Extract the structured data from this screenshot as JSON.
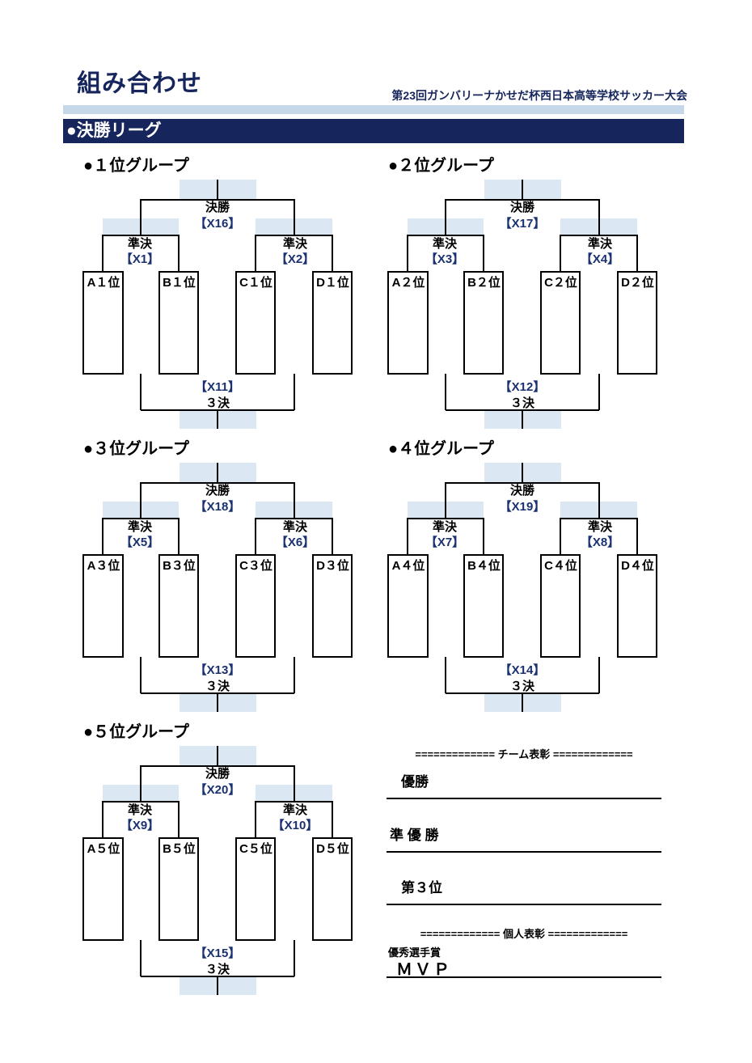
{
  "page": {
    "title": "組み合わせ",
    "subtitle": "第23回ガンバリーナかせだ杯西日本高等学校サッカー大会",
    "section_header": "●決勝リーグ"
  },
  "labels": {
    "final": "決勝",
    "semifinal": "準決",
    "third_place": "３決"
  },
  "groups": [
    {
      "title": "●１位グループ",
      "final_code": "【X16】",
      "semi_left_code": "【X1】",
      "semi_right_code": "【X2】",
      "third_code": "【X11】",
      "teams": [
        "A１位",
        "B１位",
        "C１位",
        "D１位"
      ]
    },
    {
      "title": "●２位グループ",
      "final_code": "【X17】",
      "semi_left_code": "【X3】",
      "semi_right_code": "【X4】",
      "third_code": "【X12】",
      "teams": [
        "A２位",
        "B２位",
        "C２位",
        "D２位"
      ]
    },
    {
      "title": "●３位グループ",
      "final_code": "【X18】",
      "semi_left_code": "【X5】",
      "semi_right_code": "【X6】",
      "third_code": "【X13】",
      "teams": [
        "A３位",
        "B３位",
        "C３位",
        "D３位"
      ]
    },
    {
      "title": "●４位グループ",
      "final_code": "【X19】",
      "semi_left_code": "【X7】",
      "semi_right_code": "【X8】",
      "third_code": "【X14】",
      "teams": [
        "A４位",
        "B４位",
        "C４位",
        "D４位"
      ]
    },
    {
      "title": "●５位グループ",
      "final_code": "【X20】",
      "semi_left_code": "【X9】",
      "semi_right_code": "【X10】",
      "third_code": "【X15】",
      "teams": [
        "A５位",
        "B５位",
        "C５位",
        "D５位"
      ]
    }
  ],
  "awards": {
    "team_header": "============= チーム表彰 =============",
    "champion": "優勝",
    "runner_up": "準 優 勝",
    "third": "第３位",
    "individual_header": "============= 個人表彰 =============",
    "mvp_caption": "優秀選手賞",
    "mvp": "ＭＶＰ"
  },
  "colors": {
    "navy": "#16265c",
    "codeblue": "#1a3172",
    "highlight": "#dbe7f3",
    "barlight": "#c5d8ea"
  }
}
